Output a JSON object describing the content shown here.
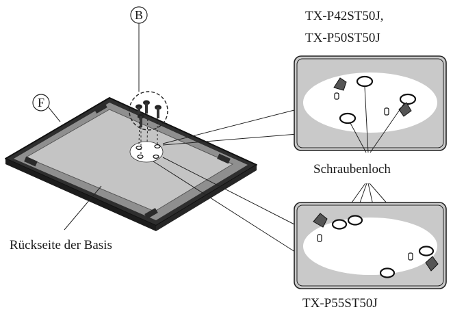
{
  "labels": {
    "callout_b": "B",
    "callout_f": "F",
    "model_top": "TX-P42ST50J,",
    "model_top_2": "TX-P50ST50J",
    "screw_hole": "Schraubenloch",
    "base_back": "Rückseite der Basis",
    "model_bottom": "TX-P55ST50J"
  }
}
